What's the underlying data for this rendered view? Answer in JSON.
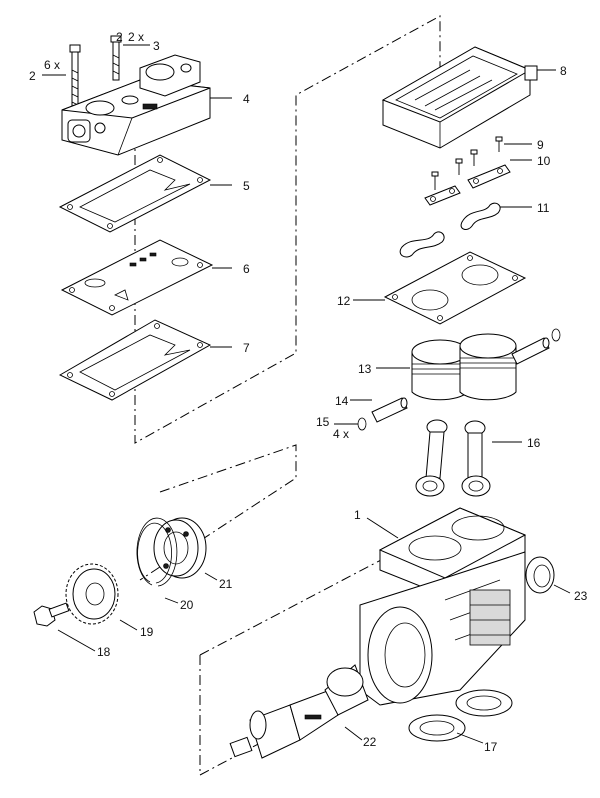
{
  "labels": {
    "p1": "1",
    "p2": "2",
    "p2b": "2",
    "p3": "3",
    "p4": "4",
    "p5": "5",
    "p6": "6",
    "p7": "7",
    "p8": "8",
    "p9": "9",
    "p10": "10",
    "p11": "11",
    "p12": "12",
    "p13": "13",
    "p14": "14",
    "p15": "15",
    "p16": "16",
    "p17": "17",
    "p18": "18",
    "p19": "19",
    "p20": "20",
    "p21": "21",
    "p22": "22",
    "p23": "23"
  },
  "quantities": {
    "q6x": "6 x",
    "q2x": "2 x",
    "q4x": "4 x"
  }
}
